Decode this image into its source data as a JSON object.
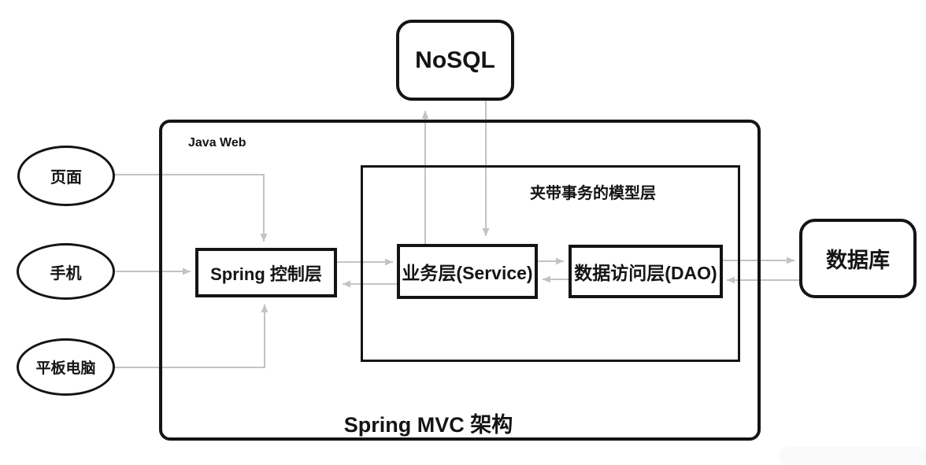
{
  "diagram": {
    "title": "Spring MVC 架构",
    "region_labels": {
      "java_web": "Java Web",
      "model_layer": "夹带事务的模型层"
    },
    "nodes": {
      "nosql": {
        "label": "NoSQL",
        "shape": "rounded-rect"
      },
      "page": {
        "label": "页面",
        "shape": "ellipse"
      },
      "phone": {
        "label": "手机",
        "shape": "ellipse"
      },
      "tablet": {
        "label": "平板电脑",
        "shape": "ellipse"
      },
      "controller": {
        "label": "Spring 控制层",
        "shape": "rect"
      },
      "service": {
        "label": "业务层(Service)",
        "shape": "rect"
      },
      "dao": {
        "label": "数据访问层(DAO)",
        "shape": "rect"
      },
      "database": {
        "label": "数据库",
        "shape": "rounded-rect"
      }
    },
    "connections": [
      {
        "from": "page",
        "to": "controller",
        "type": "one-way"
      },
      {
        "from": "phone",
        "to": "controller",
        "type": "one-way"
      },
      {
        "from": "tablet",
        "to": "controller",
        "type": "one-way"
      },
      {
        "from": "controller",
        "to": "service",
        "type": "two-way"
      },
      {
        "from": "service",
        "to": "nosql",
        "type": "two-way"
      },
      {
        "from": "service",
        "to": "dao",
        "type": "two-way"
      },
      {
        "from": "dao",
        "to": "database",
        "type": "two-way"
      }
    ],
    "colors": {
      "outline": "#141414",
      "connector": "#c3c3c3",
      "background": "#ffffff",
      "text": "#141414"
    }
  }
}
